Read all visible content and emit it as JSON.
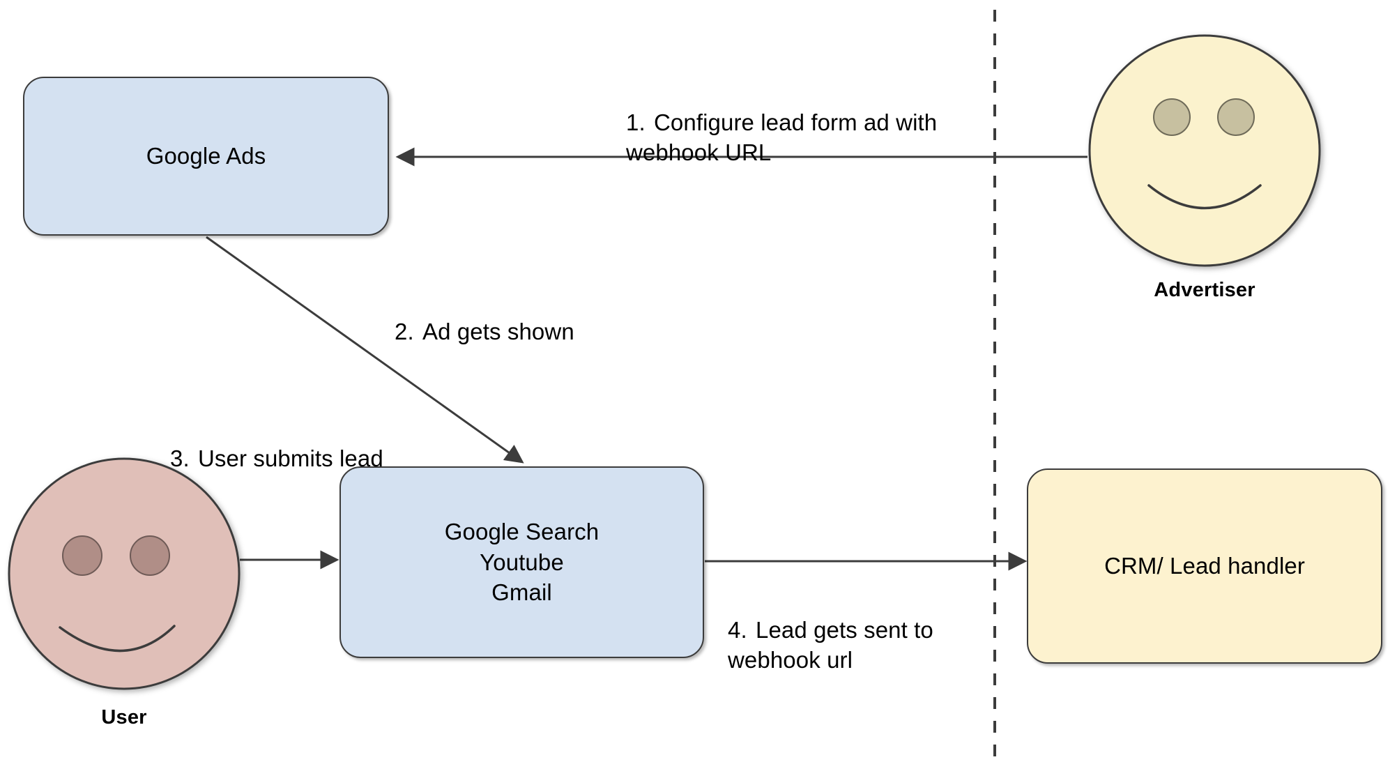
{
  "diagram": {
    "title": "Google Ads lead form webhook flow",
    "colors": {
      "box_blue_fill": "#d4e1f1",
      "box_yellow_fill": "#fdf2cf",
      "face_pink_fill": "#e0bfb8",
      "face_pink_eye": "#b08e87",
      "face_cream_fill": "#fbf2cd",
      "face_cream_eye": "#c7c0a0",
      "stroke": "#3c3c3c",
      "text": "#000000",
      "background": "#ffffff"
    },
    "nodes": {
      "google_ads": {
        "label": "Google Ads",
        "shape": "rounded-rectangle",
        "fill": "#d4e1f1"
      },
      "google_properties": {
        "label": "Google Search\nYoutube\nGmail",
        "shape": "rounded-rectangle",
        "fill": "#d4e1f1"
      },
      "crm": {
        "label": "CRM/ Lead handler",
        "shape": "rounded-rectangle",
        "fill": "#fdf2cf"
      },
      "advertiser": {
        "label": "Advertiser",
        "shape": "smiley-face",
        "fill": "#fbf2cd"
      },
      "user": {
        "label": "User",
        "shape": "smiley-face",
        "fill": "#e0bfb8"
      }
    },
    "edges": [
      {
        "id": "step-1",
        "number": "1.",
        "text": "Configure lead form ad with\nwebhook URL",
        "from": "advertiser",
        "to": "google_ads",
        "style": "solid-arrow"
      },
      {
        "id": "step-2",
        "number": "2.",
        "text": "Ad gets shown",
        "from": "google_ads",
        "to": "google_properties",
        "style": "solid-arrow"
      },
      {
        "id": "step-3",
        "number": "3.",
        "text": "User submits lead",
        "from": "user",
        "to": "google_properties",
        "style": "solid-arrow"
      },
      {
        "id": "step-4",
        "number": "4.",
        "text": "Lead gets sent to\nwebhook url",
        "from": "google_properties",
        "to": "crm",
        "style": "solid-arrow"
      }
    ],
    "divider": {
      "name": "vertical-dashed-divider",
      "style": "dashed",
      "orientation": "vertical"
    }
  }
}
